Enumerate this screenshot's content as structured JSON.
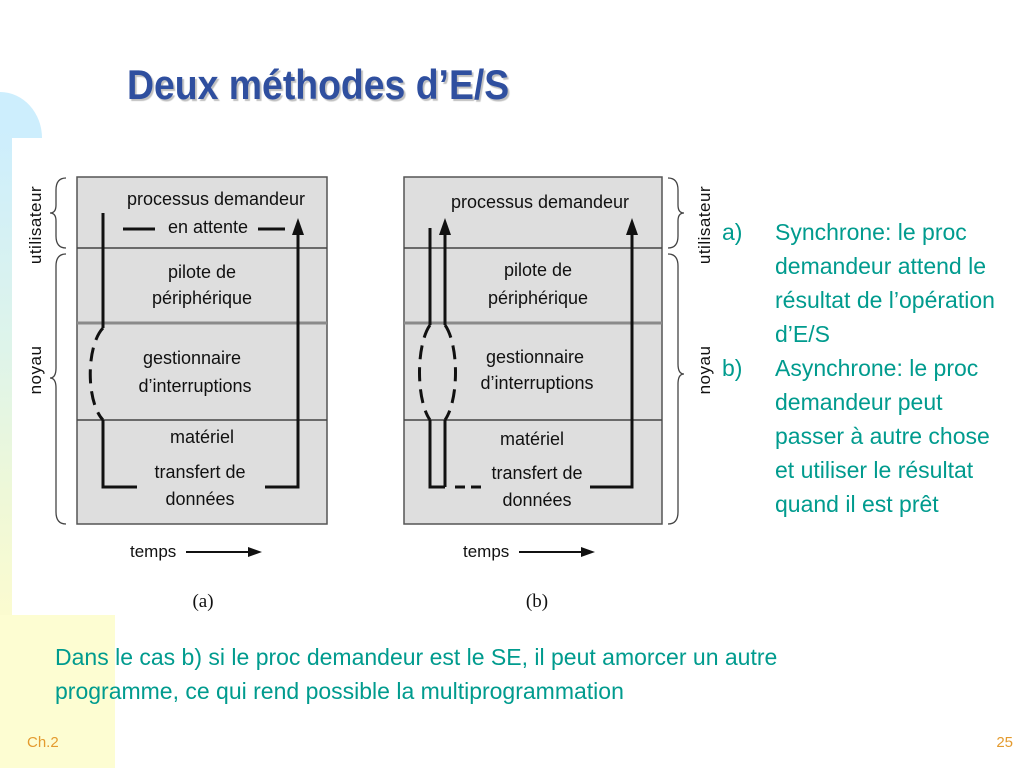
{
  "title": "Deux méthodes d’E/S",
  "colors": {
    "title": "#2f4f9f",
    "text": "#009b8e",
    "footer": "#e49b2f",
    "box_fill": "#dedede",
    "deco_blue": "#cdeefd",
    "deco_yellow": "#fdfdd2"
  },
  "side_labels": {
    "user": "utilisateur",
    "kernel": "noyau"
  },
  "diagram_a": {
    "processus": "processus demandeur",
    "attente": "en attente",
    "pilote_1": "pilote de",
    "pilote_2": "périphérique",
    "gestion_1": "gestionnaire",
    "gestion_2": "d’interruptions",
    "materiel": "matériel",
    "transfert_1": "transfert de",
    "transfert_2": "données",
    "temps": "temps",
    "caption": "(a)"
  },
  "diagram_b": {
    "processus": "processus demandeur",
    "pilote_1": "pilote de",
    "pilote_2": "périphérique",
    "gestion_1": "gestionnaire",
    "gestion_2": "d’interruptions",
    "materiel": "matériel",
    "transfert_1": "transfert de",
    "transfert_2": "données",
    "temps": "temps",
    "caption": "(b)"
  },
  "list": [
    {
      "label": "a)",
      "lines": [
        "Synchrone: le proc",
        "demandeur attend le",
        "résultat de l’opération",
        "d’E/S"
      ]
    },
    {
      "label": "b)",
      "lines": [
        "Asynchrone: le proc",
        "demandeur peut",
        "passer à autre chose",
        "et utiliser le résultat",
        "quand il est prêt"
      ]
    }
  ],
  "note": {
    "lines": [
      "Dans le cas b) si le proc demandeur est le SE, il peut amorcer un autre",
      "programme, ce qui rend possible la multiprogrammation"
    ]
  },
  "footer": {
    "chapter": "Ch.2",
    "page": "25"
  }
}
